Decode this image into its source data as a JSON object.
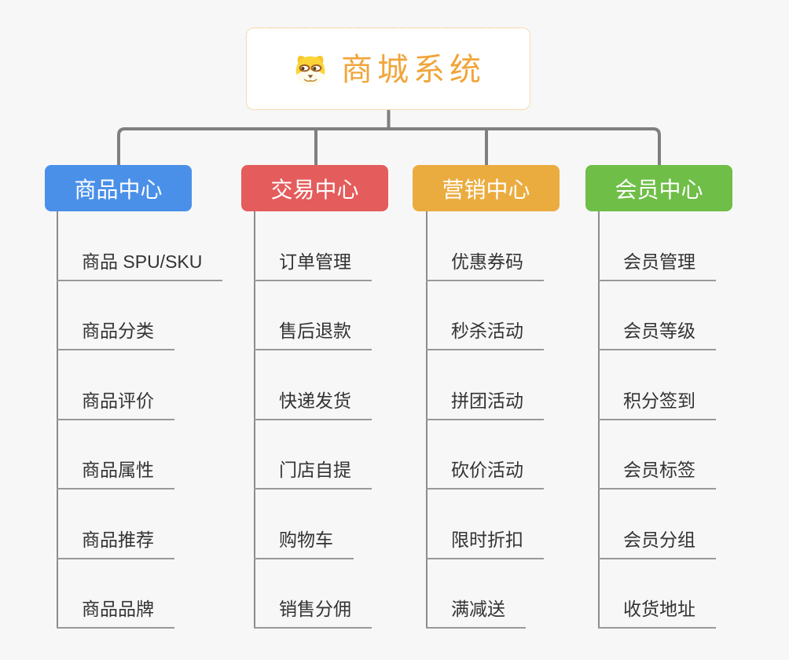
{
  "app": {
    "background": "#f7f7f7",
    "connector_color": "#7f7f7f",
    "leaf_line_color": "#999999",
    "leaf_text_color": "#333333"
  },
  "root": {
    "title": "商城系统",
    "icon": "dog-face-icon",
    "text_color": "#f0a53a",
    "border_color": "#f0b25c"
  },
  "branches": [
    {
      "label": "商品中心",
      "color": "#4a90e9",
      "items": [
        "商品 SPU/SKU",
        "商品分类",
        "商品评价",
        "商品属性",
        "商品推荐",
        "商品品牌"
      ]
    },
    {
      "label": "交易中心",
      "color": "#e45c5c",
      "items": [
        "订单管理",
        "售后退款",
        "快递发货",
        "门店自提",
        "购物车",
        "销售分佣"
      ]
    },
    {
      "label": "营销中心",
      "color": "#ebac3f",
      "items": [
        "优惠券码",
        "秒杀活动",
        "拼团活动",
        "砍价活动",
        "限时折扣",
        "满减送"
      ]
    },
    {
      "label": "会员中心",
      "color": "#6fbe48",
      "items": [
        "会员管理",
        "会员等级",
        "积分签到",
        "会员标签",
        "会员分组",
        "收货地址"
      ]
    }
  ]
}
